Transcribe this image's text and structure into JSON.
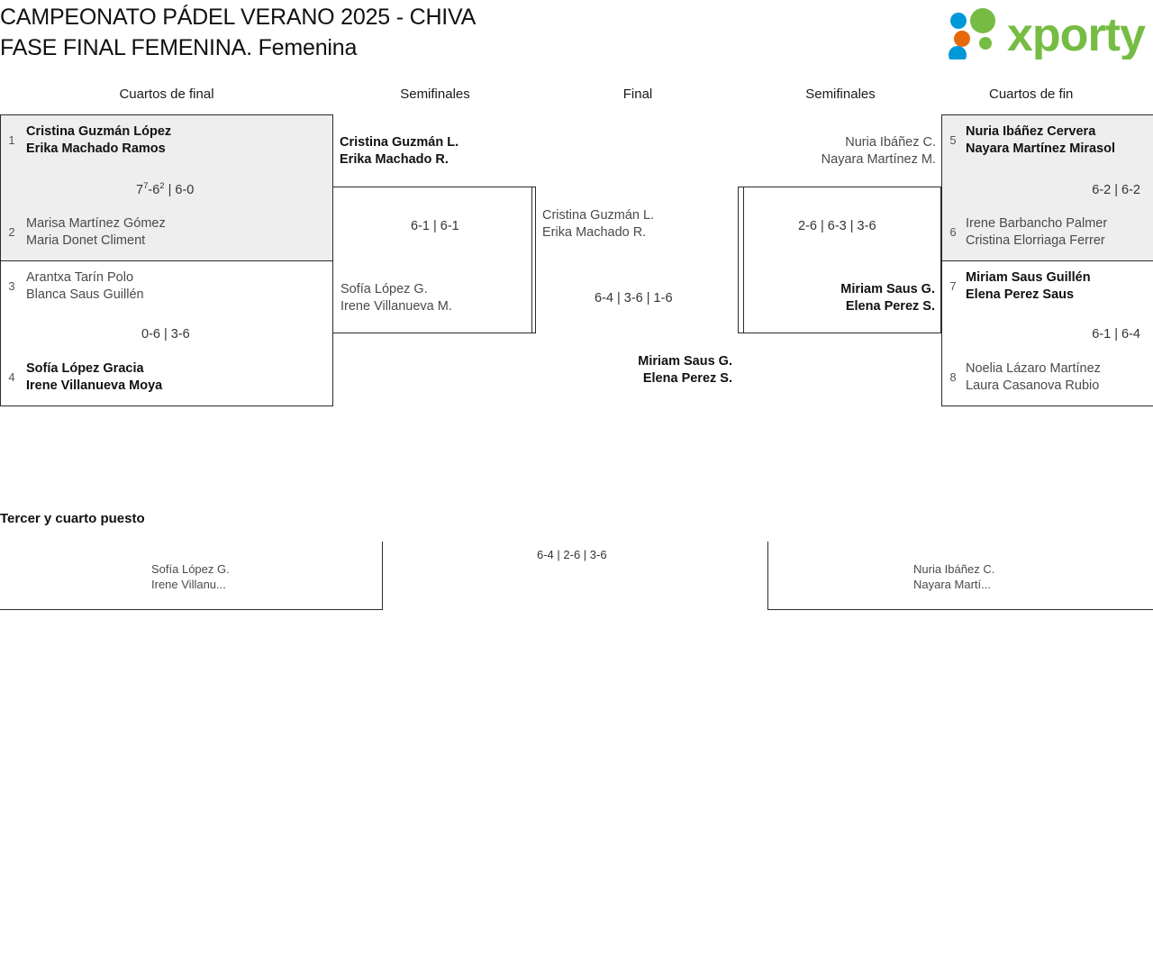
{
  "header": {
    "title_line1": "CAMPEONATO PÁDEL VERANO 2025 - CHIVA",
    "title_line2": "FASE FINAL FEMENINA. Femenina",
    "logo_text": "xporty",
    "logo_colors": {
      "green": "#76bc43",
      "orange": "#e8690b",
      "blue": "#0099d8"
    }
  },
  "round_headers": {
    "qf_left": "Cuartos de final",
    "sf_left": "Semifinales",
    "final": "Final",
    "sf_right": "Semifinales",
    "qf_right": "Cuartos de fin"
  },
  "quarterfinals_left": [
    {
      "shaded": true,
      "score": "7⁷-6² | 6-0",
      "score_html": "7<sup>7</sup>-6<sup>2</sup> | 6-0",
      "top": {
        "seed": "1",
        "line1": "Cristina Guzmán López",
        "line2": "Erika Machado Ramos",
        "result": "winner"
      },
      "bottom": {
        "seed": "2",
        "line1": "Marisa Martínez Gómez",
        "line2": "Maria Donet Climent",
        "result": "loser"
      }
    },
    {
      "shaded": false,
      "score": "0-6 | 3-6",
      "score_html": "0-6 | 3-6",
      "top": {
        "seed": "3",
        "line1": "Arantxa Tarín Polo",
        "line2": "Blanca Saus Guillén",
        "result": "loser"
      },
      "bottom": {
        "seed": "4",
        "line1": "Sofía López Gracia",
        "line2": "Irene Villanueva Moya",
        "result": "winner"
      }
    }
  ],
  "quarterfinals_right": [
    {
      "shaded": true,
      "score": "6-2 | 6-2",
      "score_html": "6-2 | 6-2",
      "top": {
        "seed": "5",
        "line1": "Nuria Ibáñez Cervera",
        "line2": "Nayara Martínez Mirasol",
        "result": "winner"
      },
      "bottom": {
        "seed": "6",
        "line1": "Irene Barbancho Palmer",
        "line2": "Cristina Elorriaga Ferrer",
        "result": "loser"
      }
    },
    {
      "shaded": false,
      "score": "6-1 | 6-4",
      "score_html": "6-1 | 6-4",
      "top": {
        "seed": "7",
        "line1": "Miriam Saus Guillén",
        "line2": "Elena Perez Saus",
        "result": "winner"
      },
      "bottom": {
        "seed": "8",
        "line1": "Noelia Lázaro Martínez",
        "line2": "Laura Casanova Rubio",
        "result": "loser"
      }
    }
  ],
  "semifinal_left": {
    "score": "6-1 | 6-1",
    "top": {
      "line1": "Cristina Guzmán L.",
      "line2": "Erika Machado R.",
      "result": "winner"
    },
    "bottom": {
      "line1": "Sofía López G.",
      "line2": "Irene Villanueva M.",
      "result": "loser"
    }
  },
  "semifinal_right": {
    "score": "2-6 | 6-3 | 3-6",
    "top": {
      "line1": "Nuria Ibáñez C.",
      "line2": "Nayara Martínez M.",
      "result": "loser"
    },
    "bottom": {
      "line1": "Miriam Saus G.",
      "line2": "Elena Perez S.",
      "result": "winner"
    }
  },
  "final": {
    "score": "6-4 | 3-6 | 1-6",
    "left": {
      "line1": "Cristina Guzmán L.",
      "line2": "Erika Machado R.",
      "result": "loser"
    },
    "right": {
      "line1": "Miriam Saus G.",
      "line2": "Elena Perez S.",
      "result": "winner"
    }
  },
  "champion": {
    "line1": "Miriam Saus G.",
    "line2": "Elena Perez S."
  },
  "third_place": {
    "title": "Tercer y cuarto puesto",
    "score": "6-4 | 2-6 | 3-6",
    "left": {
      "line1": "Sofía López G.",
      "line2": "Irene Villanu..."
    },
    "right": {
      "line1": "Nuria Ibáñez C.",
      "line2": "Nayara Martí..."
    }
  }
}
